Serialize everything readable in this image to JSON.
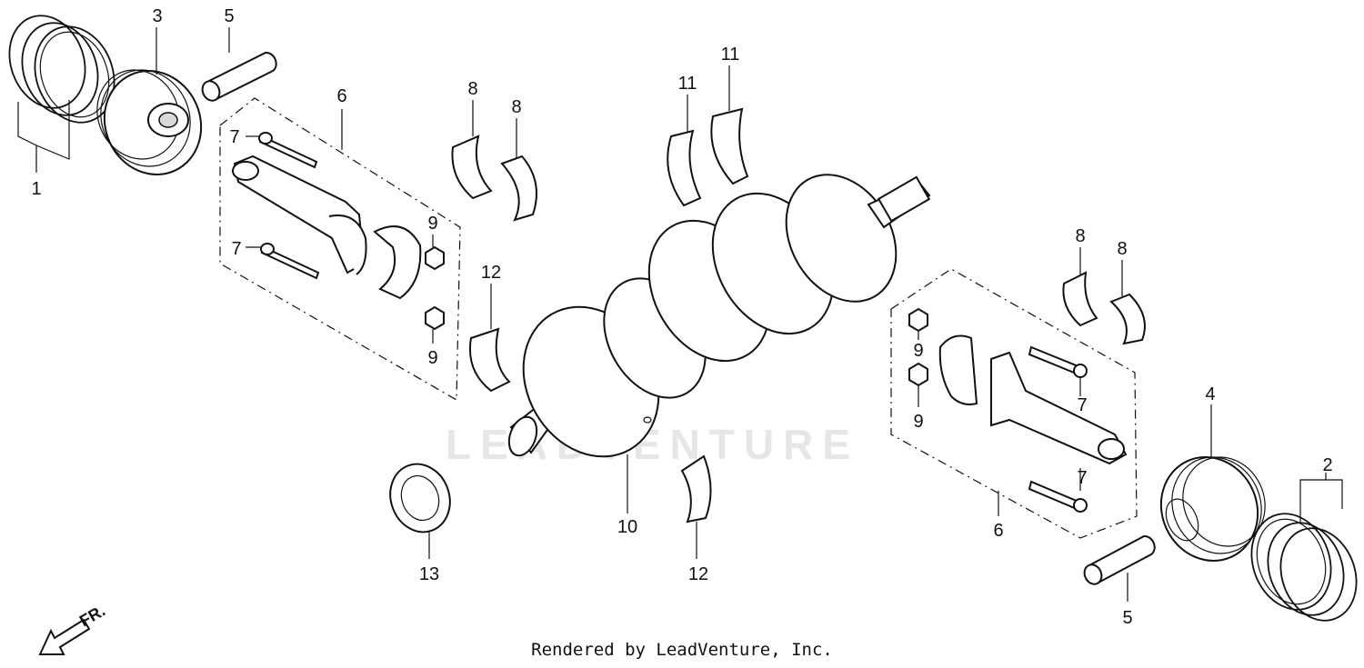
{
  "watermark": "LEADVENTURE",
  "direction_label": "FR.",
  "footer": "Rendered by LeadVenture, Inc.",
  "callouts": {
    "c1": "1",
    "c2": "2",
    "c3": "3",
    "c4": "4",
    "c5a": "5",
    "c5b": "5",
    "c6a": "6",
    "c6b": "6",
    "c7a": "7",
    "c7b": "7",
    "c7c": "7",
    "c7d": "7",
    "c8a": "8",
    "c8b": "8",
    "c8c": "8",
    "c8d": "8",
    "c9a": "9",
    "c9b": "9",
    "c9c": "9",
    "c9d": "9",
    "c10": "10",
    "c11a": "11",
    "c11b": "11",
    "c12a": "12",
    "c12b": "12",
    "c13": "13"
  }
}
